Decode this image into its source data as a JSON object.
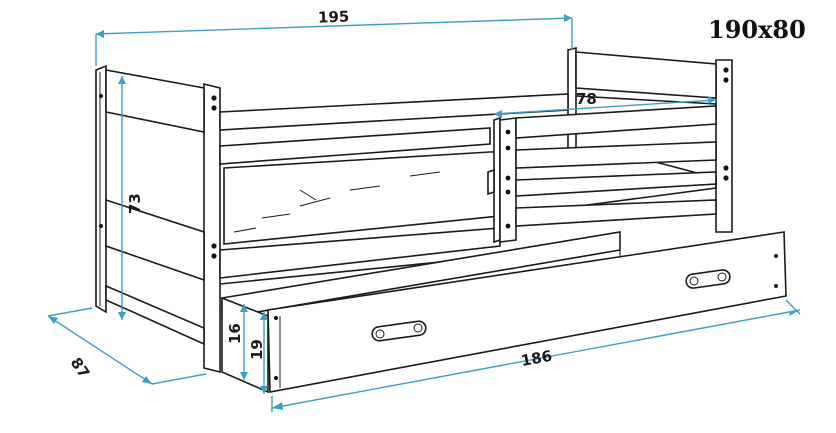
{
  "title": "190x80",
  "dimensions": {
    "length": "195",
    "width": "87",
    "height": "73",
    "rail": "78",
    "drawer_length": "186",
    "drawer_height_inner": "16",
    "drawer_height_outer": "19"
  },
  "colors": {
    "line": "#1a1a1a",
    "dimension": "#3aa0c8"
  }
}
